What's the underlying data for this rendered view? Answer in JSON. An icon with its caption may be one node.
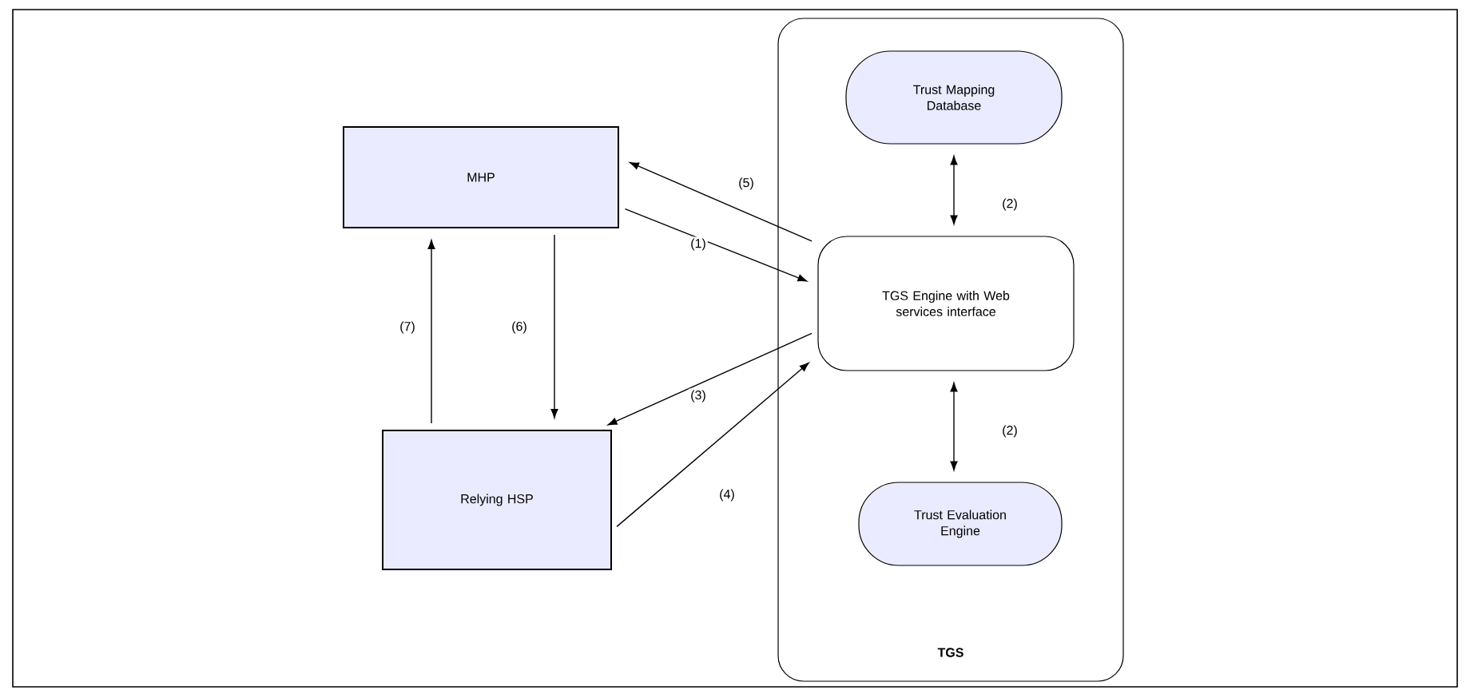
{
  "diagram": {
    "nodes": [
      {
        "text": [
          "MHP"
        ]
      },
      {
        "text": [
          "Relying HSP"
        ]
      },
      {
        "text": [
          "TGS"
        ]
      },
      {
        "text": [
          "Trust Mapping Database"
        ],
        "in": 2
      },
      {
        "text": [
          "TGS Engine with Web services interface"
        ],
        "in": 2
      },
      {
        "text": [
          "Trust Evaluation Engine"
        ],
        "in": 2
      }
    ],
    "edges": [
      {
        "from": 0,
        "to": 4,
        "arrow": "to",
        "label": "(1)"
      },
      {
        "from": 4,
        "to": 0,
        "arrow": "to",
        "label": "(5)"
      },
      {
        "from": 4,
        "to": 3,
        "arrow": "both",
        "label": "(2)"
      },
      {
        "from": 4,
        "to": 5,
        "arrow": "both",
        "label": "(2)"
      },
      {
        "from": 4,
        "to": 1,
        "arrow": "to",
        "label": "(3)"
      },
      {
        "from": 1,
        "to": 4,
        "arrow": "to",
        "label": "(4)"
      },
      {
        "from": 0,
        "to": 1,
        "arrow": "to",
        "label": "(6)"
      },
      {
        "from": 1,
        "to": 0,
        "arrow": "to",
        "label": "(7)"
      }
    ]
  }
}
